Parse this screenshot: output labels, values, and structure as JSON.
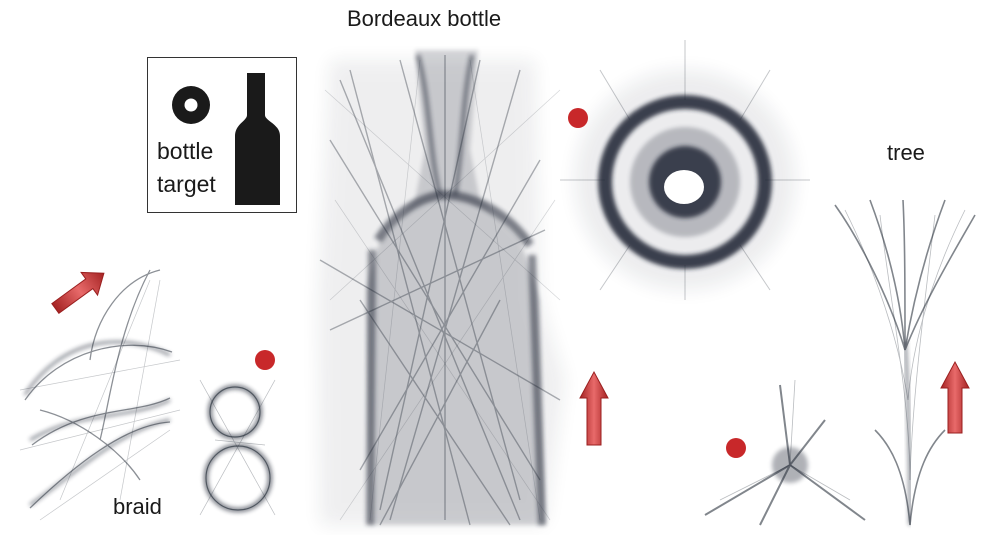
{
  "labels": {
    "bordeaux_bottle": "Bordeaux bottle",
    "tree": "tree",
    "braid": "braid",
    "inset_bottle": "bottle",
    "inset_target": "target"
  },
  "colors": {
    "ink": "#1c2430",
    "marker": "#c8282a",
    "arrow": "#d23a3a",
    "background": "#ffffff"
  },
  "icons": [
    "red-dot-marker",
    "red-arrow",
    "ring-target-icon",
    "bottle-silhouette-icon"
  ]
}
